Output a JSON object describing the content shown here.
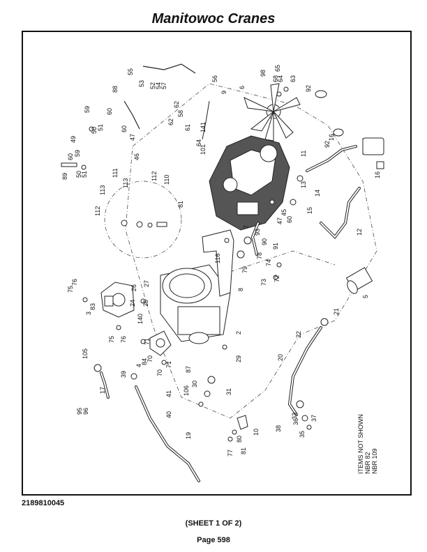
{
  "header": {
    "title": "Manitowoc Cranes"
  },
  "footer": {
    "document_number": "2189810045",
    "sheet": "(SHEET 1 OF 2)",
    "page": "Page 598"
  },
  "notes": {
    "line1": "ITEMS NOT SHOWN",
    "line2": "NBR 82",
    "line3": "NBR 109"
  },
  "callouts": [
    "55",
    "53",
    "52",
    "54",
    "57",
    "88",
    "56",
    "98",
    "65",
    "6",
    "68",
    "64",
    "63",
    "62",
    "9",
    "92",
    "59",
    "60",
    "58",
    "62",
    "61",
    "141",
    "51",
    "50",
    "47",
    "49",
    "60",
    "46",
    "101",
    "64",
    "16",
    "92",
    "11",
    "89",
    "60",
    "59",
    "50",
    "51",
    "13",
    "16",
    "111",
    "113",
    "112",
    "110",
    "81",
    "113",
    "112",
    "14",
    "15",
    "45",
    "47",
    "60",
    "93",
    "7",
    "12",
    "90",
    "91",
    "78",
    "79",
    "116",
    "8",
    "74",
    "73",
    "72",
    "75",
    "76",
    "27",
    "26",
    "3",
    "83",
    "24",
    "25",
    "140",
    "71",
    "70",
    "76",
    "75",
    "2",
    "21",
    "5",
    "22",
    "105",
    "39",
    "4",
    "84",
    "70",
    "71",
    "29",
    "20",
    "87",
    "17",
    "95",
    "96",
    "30",
    "106",
    "41",
    "31",
    "40",
    "33",
    "38",
    "36",
    "37",
    "19",
    "35",
    "10",
    "80",
    "77",
    "81"
  ]
}
